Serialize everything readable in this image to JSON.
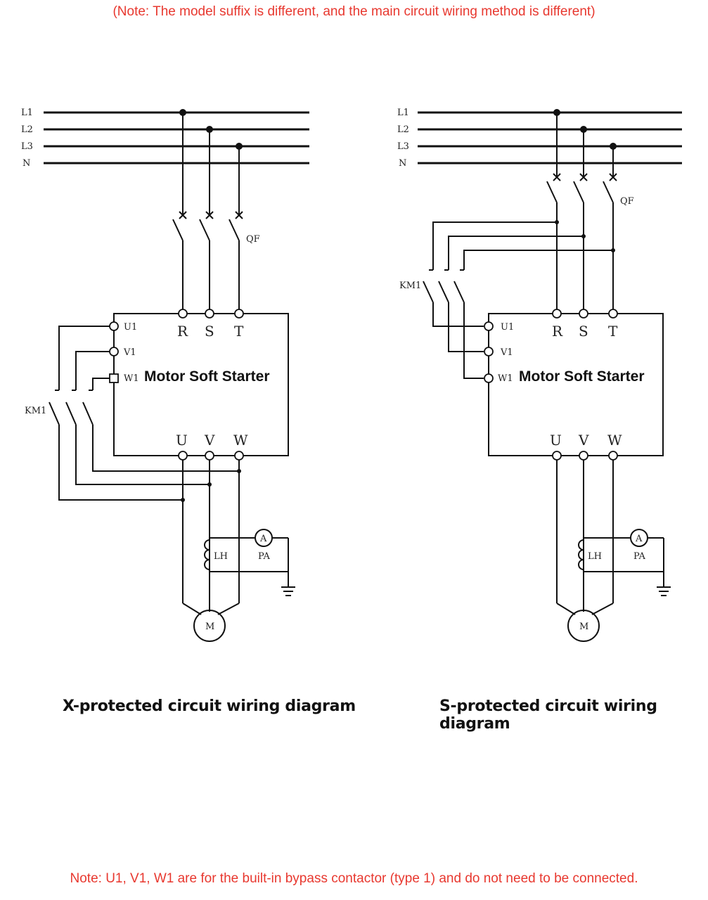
{
  "notes": {
    "top": "(Note: The model suffix is different, and the main circuit wiring method is different)",
    "bottom": "Note: U1, V1, W1 are for the built-in bypass contactor (type 1) and do not need to be connected."
  },
  "diagrams": [
    {
      "caption": "X-protected circuit wiring diagram",
      "bus_labels": [
        "L1",
        "L2",
        "L3",
        "N"
      ],
      "breaker_label": "QF",
      "contactor_label": "KM1",
      "box_title": "Motor Soft Starter",
      "input_terminals": [
        "R",
        "S",
        "T"
      ],
      "bypass_terminals": [
        "U1",
        "V1",
        "W1"
      ],
      "output_terminals": [
        "U",
        "V",
        "W"
      ],
      "ct_label": "LH",
      "ammeter_symbol": "A",
      "ammeter_label": "PA",
      "motor_label": "M"
    },
    {
      "caption": "S-protected circuit wiring diagram",
      "bus_labels": [
        "L1",
        "L2",
        "L3",
        "N"
      ],
      "breaker_label": "QF",
      "contactor_label": "KM1",
      "box_title": "Motor Soft Starter",
      "input_terminals": [
        "R",
        "S",
        "T"
      ],
      "bypass_terminals": [
        "U1",
        "V1",
        "W1"
      ],
      "output_terminals": [
        "U",
        "V",
        "W"
      ],
      "ct_label": "LH",
      "ammeter_symbol": "A",
      "ammeter_label": "PA",
      "motor_label": "M"
    }
  ],
  "colors": {
    "note": "#e8382f",
    "line": "#111111"
  }
}
